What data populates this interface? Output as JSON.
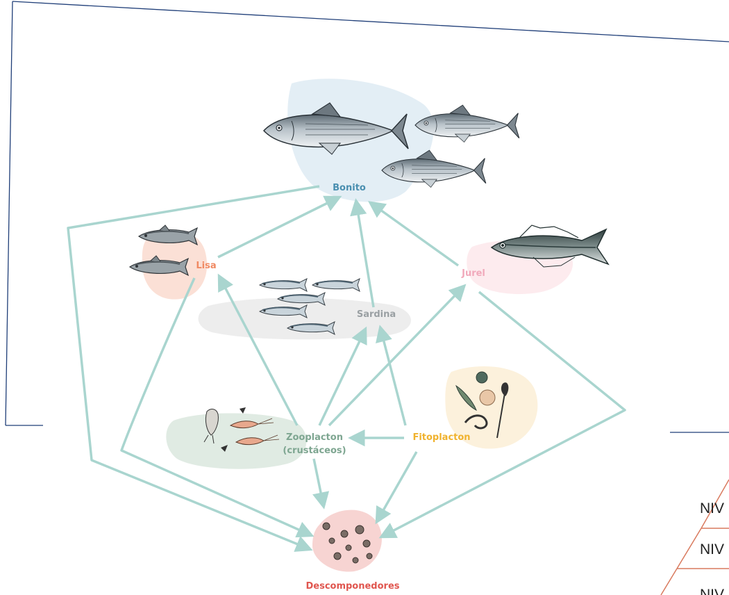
{
  "diagram": {
    "nodes": {
      "bonito": {
        "label": "Bonito",
        "color": "#4a8fb0",
        "blob_color": "#e3eef5"
      },
      "lisa": {
        "label": "Lisa",
        "color": "#f08a63",
        "blob_color": "#fbe0d6"
      },
      "sardina": {
        "label": "Sardina",
        "color": "#9aa0a3",
        "blob_color": "#ededed"
      },
      "jurel": {
        "label": "Jurel",
        "color": "#f1a9bb",
        "blob_color": "#fdebee"
      },
      "zooplacton": {
        "label_line1": "Zooplacton",
        "label_line2": "(crustáceos)",
        "color": "#7ea691",
        "blob_color": "#e0ebe3"
      },
      "fitoplacton": {
        "label": "Fitoplacton",
        "color": "#f0b22e",
        "blob_color": "#fcf1dc"
      },
      "descomponedores": {
        "label": "Descomponedores",
        "color": "#e0564f",
        "blob_color": "#f7d4d2"
      }
    },
    "arrow_color": "#a9d5cf",
    "arrows": [
      [
        "lisa",
        "bonito"
      ],
      [
        "sardina",
        "bonito"
      ],
      [
        "jurel",
        "bonito"
      ],
      [
        "zooplacton",
        "lisa"
      ],
      [
        "zooplacton",
        "sardina"
      ],
      [
        "zooplacton",
        "jurel"
      ],
      [
        "fitoplacton",
        "zooplacton"
      ],
      [
        "fitoplacton",
        "sardina"
      ],
      [
        "zooplacton",
        "descomponedores"
      ],
      [
        "fitoplacton",
        "descomponedores"
      ],
      [
        "lisa",
        "descomponedores"
      ],
      [
        "jurel",
        "descomponedores"
      ],
      [
        "bonito",
        "descomponedores"
      ]
    ]
  },
  "pyramid": {
    "rows": [
      "NIV",
      "NIV",
      "NIV"
    ],
    "stroke_color": "#d97a5e"
  },
  "frame_color": "#1f3e78"
}
